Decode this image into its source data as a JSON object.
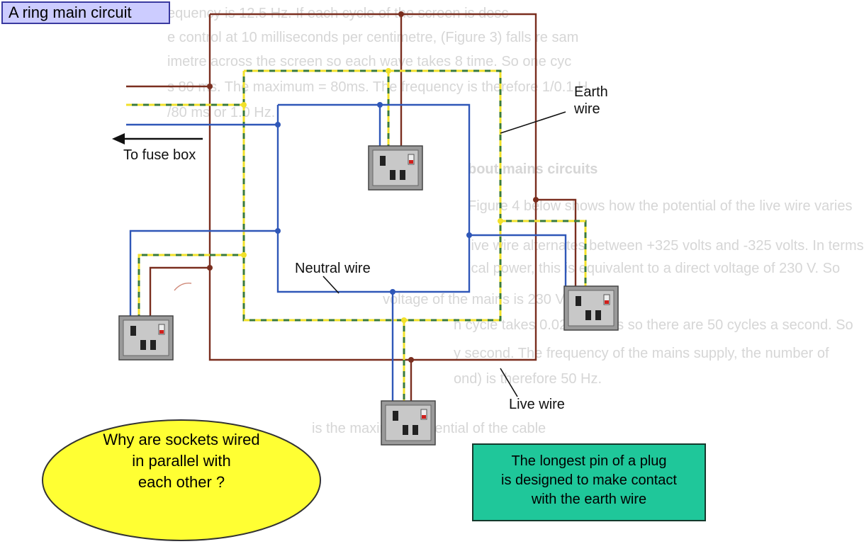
{
  "slide": {
    "title": "A ring main circuit"
  },
  "diagram": {
    "labels": {
      "earth_wire": [
        "Earth",
        "wire"
      ],
      "to_fuse_box": "To fuse box",
      "neutral_wire": "Neutral wire",
      "live_wire": "Live wire"
    },
    "colors": {
      "live": "#7a2e1f",
      "neutral": "#2f57b8",
      "earth_yellow": "#f2e12a",
      "earth_green": "#3a7a3a",
      "socket_body": "#9a9a9a",
      "socket_red": "#d0201c"
    }
  },
  "question_bubble": {
    "lines": [
      "Why are sockets wired",
      "in parallel with",
      "each other  ?"
    ],
    "fill": "#ffff33"
  },
  "note_box": {
    "lines": [
      "The longest pin of a plug",
      "is designed to make contact",
      "with the earth wire"
    ],
    "fill": "#1fc79a"
  },
  "background_text": {
    "lines": [
      "equency is 12.5 Hz. If each cycle of the screen is desc",
      "e control at 10 milliseconds per centimetre, (Figure 3) falls re sam",
      "imetre across the screen so each wave takes 8 time. So one cyc",
      "s 80 ms. The maximum = 80ms. The frequency is therefore 1/0.1 H",
      "/80 ms or 1.0 Hz.",
      "bout mains circuits",
      "Figure 4 below shows how the potential of the live wire varies",
      "live wire alternates between +325 volts and -325 volts. In terms",
      "ical power, this is equivalent to a direct voltage of 230 V. So",
      "voltage of the mains is 230 V.",
      "h cycle takes 0.02 seconds so there are 50 cycles a second. So",
      "y second. The frequency of the mains supply, the number of",
      "ond) is therefore 50 Hz.",
      "",
      "is the maximum potential of the cable"
    ]
  }
}
